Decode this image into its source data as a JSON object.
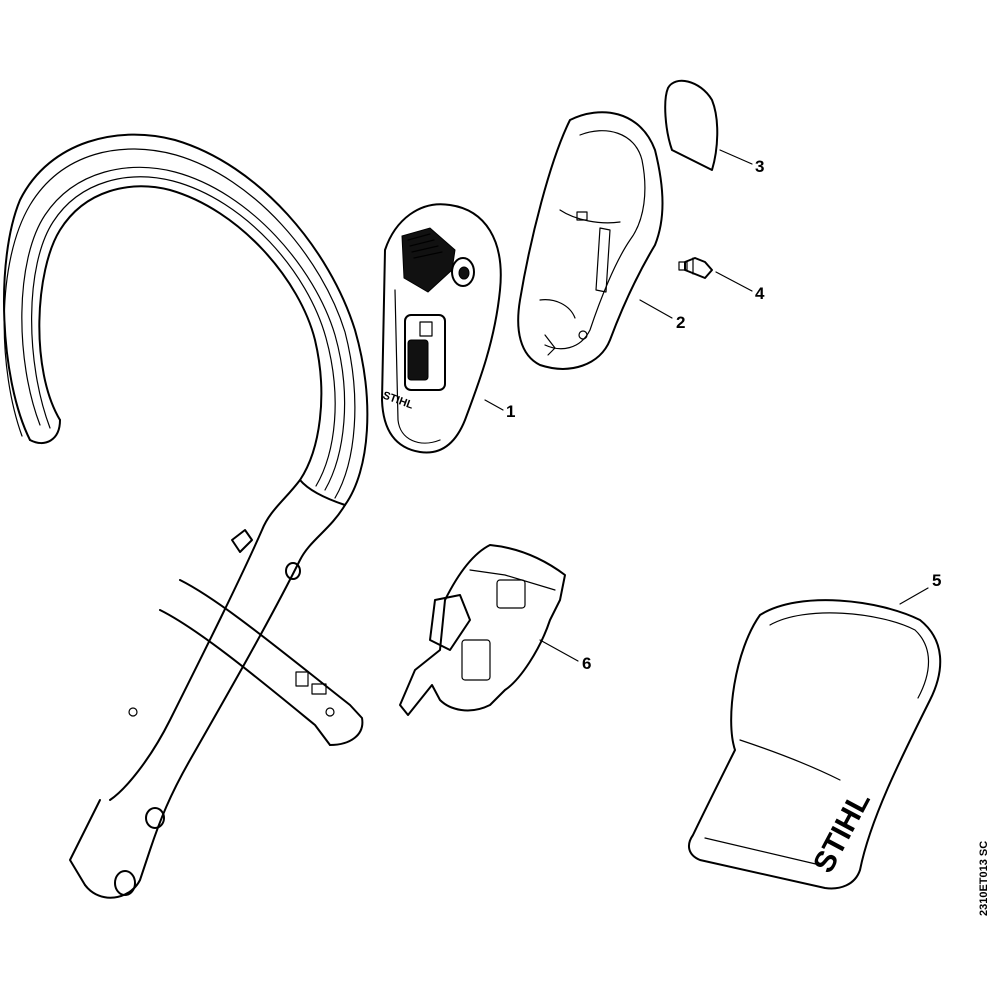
{
  "diagram": {
    "parts": [
      {
        "id": "part-1",
        "number": "1"
      },
      {
        "id": "part-2",
        "number": "2"
      },
      {
        "id": "part-3",
        "number": "3"
      },
      {
        "id": "part-4",
        "number": "4"
      },
      {
        "id": "part-5",
        "number": "5"
      },
      {
        "id": "part-6",
        "number": "6"
      }
    ],
    "logos": {
      "switch_housing": "STIHL",
      "cover": "STIHL"
    },
    "reference_code": "2310ET013 SC"
  }
}
